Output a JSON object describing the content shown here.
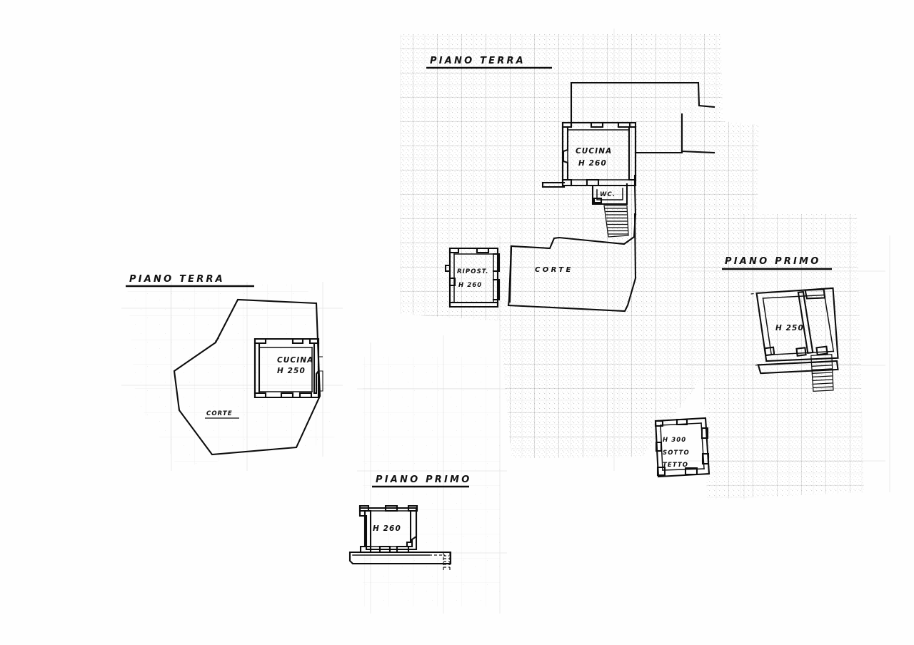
{
  "document": {
    "kind": "architectural-floor-plan",
    "language": "it",
    "sheet_background": "#ffffff",
    "ink_color": "#0d0d0d"
  },
  "plans": [
    {
      "id": "plan-left-ground",
      "title": "PIANO  TERRA",
      "labels": [
        {
          "id": "left-cucina",
          "lines": [
            "CUCINA",
            "H 250"
          ]
        },
        {
          "id": "left-corte",
          "lines": [
            "CORTE"
          ]
        }
      ]
    },
    {
      "id": "plan-center-ground",
      "title": "PIANO  TERRA",
      "labels": [
        {
          "id": "center-cucina",
          "lines": [
            "CUCINA",
            "H 260"
          ]
        },
        {
          "id": "center-wc",
          "lines": [
            "WC."
          ]
        },
        {
          "id": "center-ripost",
          "lines": [
            "RIPOST.",
            "H 260"
          ]
        },
        {
          "id": "center-corte",
          "lines": [
            "CORTE"
          ]
        }
      ]
    },
    {
      "id": "plan-bottom-first",
      "title": "PIANO PRIMO",
      "labels": [
        {
          "id": "bottom-h260",
          "lines": [
            "H 260"
          ]
        }
      ]
    },
    {
      "id": "plan-right-first",
      "title": "PIANO  PRIMO",
      "labels": [
        {
          "id": "right-h250",
          "lines": [
            "H 250"
          ]
        },
        {
          "id": "right-sottotetto",
          "lines": [
            "H 300",
            "SOTTO",
            "TETTO"
          ]
        }
      ]
    }
  ],
  "titles": {
    "left_ground": "PIANO  TERRA",
    "center_ground": "PIANO  TERRA",
    "bottom_first": "PIANO PRIMO",
    "right_first": "PIANO  PRIMO"
  },
  "room_labels": {
    "left_cucina_name": "CUCINA",
    "left_cucina_height": "H 250",
    "left_corte": "CORTE",
    "center_cucina_name": "CUCINA",
    "center_cucina_height": "H 260",
    "center_wc": "WC.",
    "center_ripost_name": "RIPOST.",
    "center_ripost_height": "H 260",
    "center_corte": "CORTE",
    "bottom_height": "H 260",
    "right_height": "H 250",
    "attic_height": "H 300",
    "attic_line2": "SOTTO",
    "attic_line3": "TETTO"
  }
}
